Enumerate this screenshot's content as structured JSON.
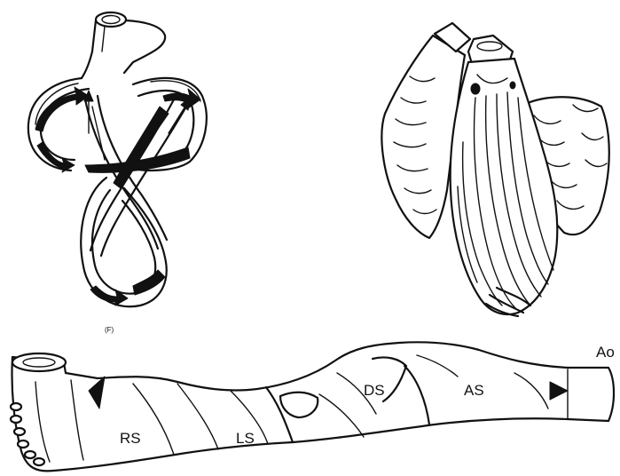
{
  "figure": {
    "panel_top_left_caption": "(F)",
    "unrolled_band_labels": {
      "rs": "RS",
      "ls": "LS",
      "ds": "DS",
      "as": "AS",
      "ao": "Ao"
    }
  },
  "colors": {
    "ink": "#111111",
    "background": "#ffffff"
  }
}
